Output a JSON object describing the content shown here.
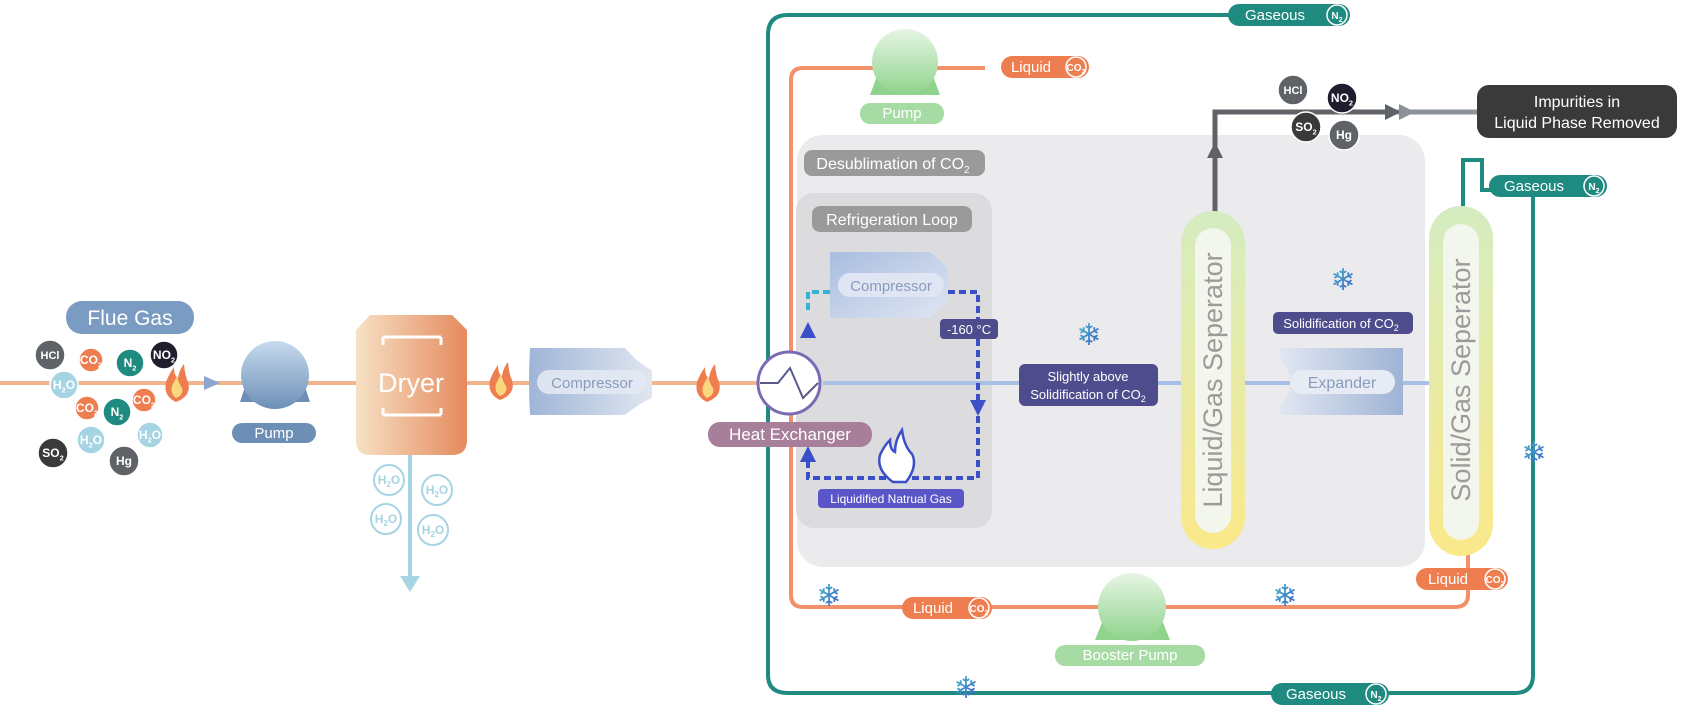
{
  "colors": {
    "flue_line": "#f0b48f",
    "co2_liquid": "#ee7d4f",
    "n2_gas": "#1f8a80",
    "cold_line": "#a9c0e6",
    "impurity_line": "#5f6367",
    "refrigerant": "#3b4fc9",
    "refrigerant_alt": "#35b3d3",
    "water": "#a6d4e2",
    "region_bg": "#ebebee",
    "loop_bg": "#dcdcde",
    "dark_label": "#3a3a3a",
    "pump_green": "#a6dba4",
    "purple_label": "#4e4c8c",
    "mauve_label": "#a77f9b"
  },
  "flue_gas": {
    "title": "Flue Gas",
    "molecules": [
      {
        "name": "hcl",
        "text": "HCl",
        "sub": ""
      },
      {
        "name": "co2",
        "text": "CO",
        "sub": "2"
      },
      {
        "name": "n2",
        "text": "N",
        "sub": "2"
      },
      {
        "name": "no2",
        "text": "NO",
        "sub": "2"
      },
      {
        "name": "h2o",
        "text": "H",
        "sub": "2",
        "tail": "O"
      },
      {
        "name": "co2",
        "text": "CO",
        "sub": "2"
      },
      {
        "name": "n2",
        "text": "N",
        "sub": "2"
      },
      {
        "name": "co2",
        "text": "CO",
        "sub": "2"
      },
      {
        "name": "h2o",
        "text": "H",
        "sub": "2",
        "tail": "O"
      },
      {
        "name": "h2o",
        "text": "H",
        "sub": "2",
        "tail": "O"
      },
      {
        "name": "so2",
        "text": "SO",
        "sub": "2"
      },
      {
        "name": "hg",
        "text": "Hg",
        "sub": ""
      }
    ]
  },
  "pump1": {
    "label": "Pump"
  },
  "dryer": {
    "label": "Dryer",
    "water_out": [
      "H",
      "2",
      "O"
    ]
  },
  "compressor1": {
    "label": "Compressor"
  },
  "heat_exchanger": {
    "label": "Heat Exchanger"
  },
  "desublimation": {
    "title_main": "Desublimation of CO",
    "title_sub": "2"
  },
  "refrigeration": {
    "title": "Refrigeration Loop",
    "compressor": "Compressor",
    "temperature": "-160 °C",
    "lng": "Liquidified Natrual Gas"
  },
  "slightly_above": {
    "line1": "Slightly above",
    "line2_main": "Solidification of CO",
    "line2_sub": "2"
  },
  "liquid_gas_separator": {
    "label": "Liquid/Gas Seperator"
  },
  "solidification": {
    "main": "Solidification of CO",
    "sub": "2"
  },
  "expander": {
    "label": "Expander"
  },
  "solid_gas_separator": {
    "label": "Solid/Gas Seperator"
  },
  "top_pump": {
    "label": "Pump"
  },
  "booster_pump": {
    "label": "Booster Pump"
  },
  "streams": {
    "liquid": "Liquid",
    "gaseous": "Gaseous",
    "co2_main": "CO",
    "co2_sub": "2",
    "n2_main": "N",
    "n2_sub": "2"
  },
  "impurities": {
    "line1": "Impurities in",
    "line2": "Liquid Phase Removed",
    "molecules": [
      {
        "name": "hcl",
        "text": "HCl",
        "sub": ""
      },
      {
        "name": "no2",
        "text": "NO",
        "sub": "2"
      },
      {
        "name": "so2",
        "text": "SO",
        "sub": "2"
      },
      {
        "name": "hg",
        "text": "Hg",
        "sub": ""
      }
    ]
  },
  "icons": {
    "snowflake": "snowflake-icon",
    "flame": "flame-icon",
    "snow_glyph": "❄"
  }
}
